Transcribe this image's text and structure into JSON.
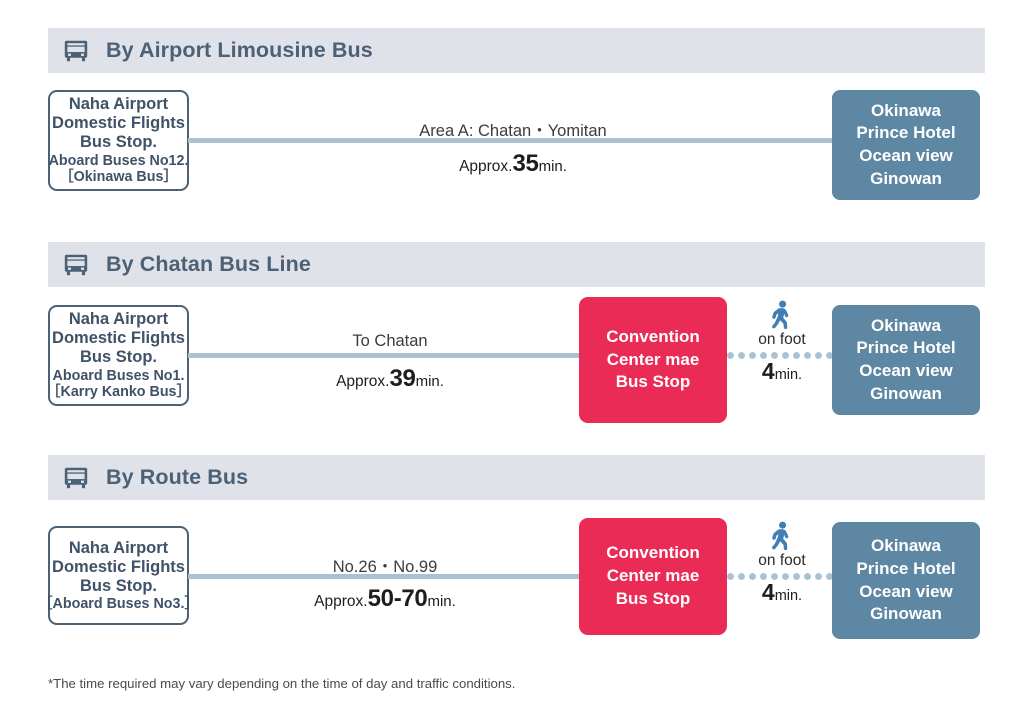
{
  "colors": {
    "band_bg": "#dfe3e9",
    "band_text": "#4c6076",
    "origin_border": "#4c6076",
    "dest_bg": "#5d87a3",
    "pink_bg": "#ea2b55",
    "line": "#a8c2d4",
    "walk_icon": "#3f7fb5"
  },
  "sections": [
    {
      "icon": "bus-icon",
      "title": "By Airport Limousine Bus",
      "origin": {
        "lines": [
          "Naha Airport",
          "Domestic Flights",
          "Bus Stop.",
          "Aboard Buses No12.",
          "［Okinawa Bus］"
        ]
      },
      "leg": {
        "label_top": "Area  A: Chatan・Yomitan",
        "approx_prefix": "Approx.",
        "duration": "35",
        "duration_suffix": "min."
      },
      "destination": {
        "lines": [
          "Okinawa",
          "Prince Hotel",
          "Ocean view",
          "Ginowan"
        ]
      }
    },
    {
      "icon": "bus-icon",
      "title": "By Chatan Bus Line",
      "origin": {
        "lines": [
          "Naha Airport",
          "Domestic Flights",
          "Bus Stop.",
          "Aboard Buses No1.",
          "［Karry Kanko Bus］"
        ]
      },
      "leg": {
        "label_top": "To Chatan",
        "approx_prefix": "Approx.",
        "duration": "39",
        "duration_suffix": "min."
      },
      "transfer": {
        "lines": [
          "Convention",
          "Center mae",
          "Bus Stop"
        ]
      },
      "walk": {
        "icon": "pedestrian-icon",
        "caption": "on foot",
        "duration": "4",
        "duration_suffix": "min."
      },
      "destination": {
        "lines": [
          "Okinawa",
          "Prince Hotel",
          "Ocean view",
          "Ginowan"
        ]
      }
    },
    {
      "icon": "bus-icon",
      "title": "By Route Bus",
      "origin": {
        "lines": [
          "Naha Airport",
          "Domestic Flights",
          "Bus Stop.",
          "［Aboard Buses No3.］"
        ]
      },
      "leg": {
        "label_top": "No.26・No.99",
        "approx_prefix": "Approx.",
        "duration": "50-70",
        "duration_suffix": "min."
      },
      "transfer": {
        "lines": [
          "Convention",
          "Center mae",
          "Bus Stop"
        ]
      },
      "walk": {
        "icon": "pedestrian-icon",
        "caption": "on foot",
        "duration": "4",
        "duration_suffix": "min."
      },
      "destination": {
        "lines": [
          "Okinawa",
          "Prince Hotel",
          "Ocean view",
          "Ginowan"
        ]
      }
    }
  ],
  "footnote": "*The time required may vary depending on the time of day and traffic conditions."
}
